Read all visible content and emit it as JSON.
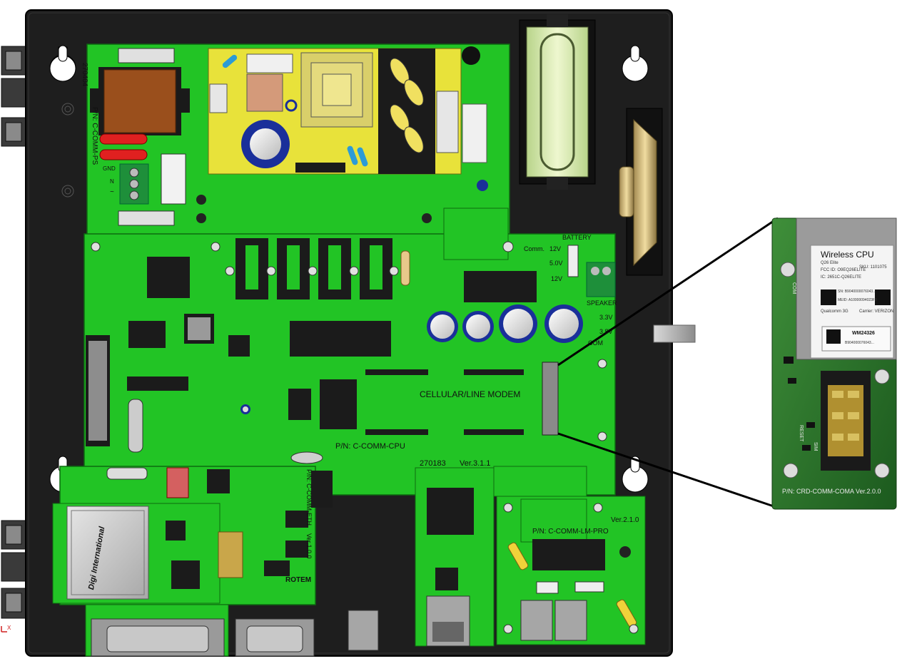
{
  "enclosure": {
    "color": "#1e1e1e",
    "pcb_color": "#22c425",
    "psu_color": "#e8e23a"
  },
  "power_board": {
    "part_code_vertical": "270404",
    "part_number_vertical": "P/N: C-COMM-PS",
    "terminal_gnd": "GND",
    "terminal_n": "N",
    "terminal_l": "~"
  },
  "cpu_board": {
    "comm_label": "Comm.",
    "v12_top": "12V",
    "battery_label": "BATTERY",
    "v50": "5.0V",
    "v12_bottom": "12V",
    "speaker_label": "SPEAKER",
    "v33": "3.3V",
    "v38": "3.8V",
    "com_label": "COM",
    "modem_slot_label": "CELLULAR/LINE MODEM",
    "part_number": "P/N: C-COMM-CPU"
  },
  "network_board": {
    "part_code": "270183",
    "version": "Ver.3.1.1"
  },
  "line_modem_board": {
    "part_number": "P/N: C-COMM-LM-PRO",
    "version": "Ver.2.1.0"
  },
  "digi_board": {
    "brand": "Digi International",
    "part_number_vertical": "P/N: C-COMM-ETH",
    "version_vertical": "Ver.1.0.0",
    "maker": "ROTEM"
  },
  "cellular_module": {
    "title": "Wireless CPU",
    "model": "Q26 Elite",
    "sku": "SKU: 1101075",
    "fcc_id": "FCC ID: O9EQ26ELITE",
    "ic": "IC: 2651C-Q26ELITE",
    "sn": "SN: B9040000076043...",
    "meid": "MEID: A10000094023F0",
    "brand": "Qualcomm 3G",
    "carrier": "Carrier: VERIZON",
    "sticker_code": "WM24326",
    "sticker_sub": "B904000076043...",
    "com_marking": "COM",
    "reset_marking": "RESET",
    "sim_marking": "SIM",
    "part_number": "P/N: CRD-COMM-COMA Ver.2.0.0"
  },
  "axis_marker": "X"
}
